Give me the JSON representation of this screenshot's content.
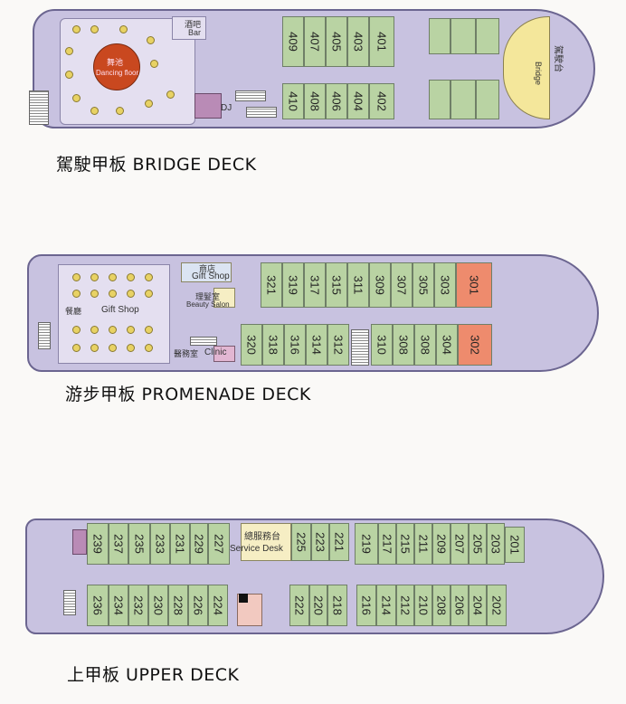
{
  "bridge_deck": {
    "label": "駕駛甲板  BRIDGE DECK",
    "bar_label_cn": "酒吧",
    "bar_label_en": "Bar",
    "dance_floor_cn": "舞池",
    "dance_floor_en": "Dancing floor",
    "dj_label": "DJ",
    "bridge_label_cn": "駕駛台",
    "bridge_label_en": "Bridge",
    "rooms_top": [
      "409",
      "407",
      "405",
      "403",
      "401"
    ],
    "rooms_bottom": [
      "410",
      "408",
      "406",
      "404",
      "402"
    ]
  },
  "promenade_deck": {
    "label": "游步甲板  PROMENADE DECK",
    "shop_label_cn": "商店",
    "shop_label_en": "Gift Shop",
    "salon_label_cn": "理髮室",
    "salon_label_en": "Beauty Salon",
    "dining_label_cn": "餐廳",
    "dining_label_en": "Gift Shop",
    "clinic_label_cn": "醫務室",
    "clinic_label_en": "Clinic",
    "rooms_top": [
      "321",
      "319",
      "317",
      "315",
      "311",
      "309",
      "307",
      "305",
      "303",
      "301"
    ],
    "rooms_bottom": [
      "320",
      "318",
      "316",
      "314",
      "312",
      "310",
      "308",
      "308",
      "304",
      "302"
    ]
  },
  "upper_deck": {
    "label": "上甲板  UPPER DECK",
    "service_desk_cn": "總服務台",
    "service_desk_en": "Service Desk",
    "rooms_top_left": [
      "239",
      "237",
      "235",
      "233",
      "231",
      "229",
      "227"
    ],
    "rooms_top_mid": [
      "225",
      "223",
      "221"
    ],
    "rooms_top_right": [
      "219",
      "217",
      "215",
      "211",
      "209",
      "207",
      "205",
      "203",
      "201"
    ],
    "rooms_bottom_left": [
      "236",
      "234",
      "232",
      "230",
      "228",
      "226",
      "224"
    ],
    "rooms_bottom_mid": [
      "222",
      "220",
      "218"
    ],
    "rooms_bottom_right": [
      "216",
      "214",
      "212",
      "210",
      "208",
      "206",
      "204",
      "202"
    ]
  },
  "colors": {
    "hull": "#c8c2e0",
    "cabin": "#b9d3a3",
    "suite": "#ee8b6d",
    "dance_floor": "#c9481f",
    "table": "#e8d264"
  }
}
